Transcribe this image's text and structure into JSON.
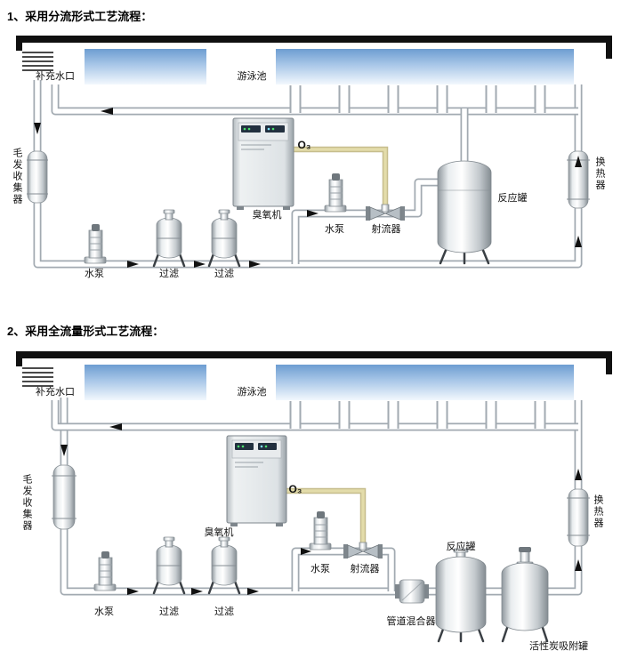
{
  "diagram1": {
    "title": "1、采用分流形式工艺流程：",
    "labels": {
      "makeup_inlet": "补充水口",
      "pool": "游泳池",
      "hair_collector": "毛发收集器",
      "main_pump": "水泵",
      "filter_a": "过滤",
      "filter_b": "过滤",
      "ozone_generator": "臭氧机",
      "ozone_gas": "O₃",
      "ozone_pump": "水泵",
      "ejector": "射流器",
      "reaction_tank": "反应罐",
      "heat_exchanger": "换热器"
    }
  },
  "diagram2": {
    "title": "2、采用全流量形式工艺流程：",
    "labels": {
      "makeup_inlet": "补充水口",
      "pool": "游泳池",
      "hair_collector": "毛发收集器",
      "main_pump": "水泵",
      "filter_a": "过滤",
      "filter_b": "过滤",
      "ozone_generator": "臭氧机",
      "ozone_gas": "O₃",
      "ozone_pump": "水泵",
      "ejector": "射流器",
      "pipe_mixer": "管道混合器",
      "reaction_tank": "反应罐",
      "carbon_tank": "活性炭吸附罐",
      "heat_exchanger": "换热器"
    }
  },
  "colors": {
    "pool_blue_top": "#6d9dd1",
    "pool_blue_bottom": "#f2f8fd",
    "pipe_outline": "#a2aab1",
    "pipe_fill": "#ffffff",
    "ozone_line": "#d8d1a0",
    "ceiling_bar": "#101010",
    "arrow": "#111111"
  }
}
